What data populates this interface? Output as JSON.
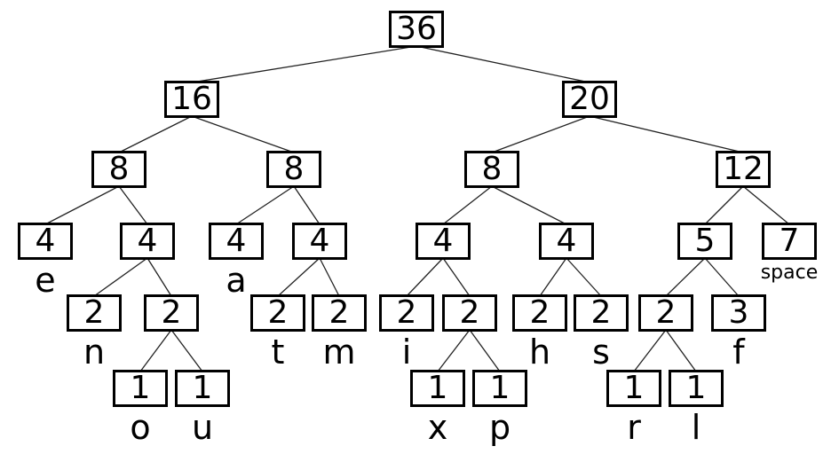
{
  "diagram": {
    "kind": "huffman-frequency-tree",
    "colors": {
      "background": "#ffffff",
      "box_border": "#000000",
      "text": "#000000",
      "edge": "#222222"
    },
    "tree": {
      "root_id": "n36",
      "nodes": [
        {
          "id": "n36",
          "value": "36",
          "children": [
            "n16",
            "n20"
          ]
        },
        {
          "id": "n16",
          "value": "16",
          "children": [
            "n8-1",
            "n8-2"
          ]
        },
        {
          "id": "n20",
          "value": "20",
          "children": [
            "n8-3",
            "n12"
          ]
        },
        {
          "id": "n8-1",
          "value": "8",
          "children": [
            "n4-e",
            "n4-1"
          ]
        },
        {
          "id": "n8-2",
          "value": "8",
          "children": [
            "n4-a",
            "n4-2"
          ]
        },
        {
          "id": "n8-3",
          "value": "8",
          "children": [
            "n4-3",
            "n4-4"
          ]
        },
        {
          "id": "n12",
          "value": "12",
          "children": [
            "n5",
            "n7-space"
          ]
        },
        {
          "id": "n4-e",
          "value": "4",
          "label": "e"
        },
        {
          "id": "n4-1",
          "value": "4",
          "children": [
            "n2-n",
            "n2-1"
          ]
        },
        {
          "id": "n4-a",
          "value": "4",
          "label": "a"
        },
        {
          "id": "n4-2",
          "value": "4",
          "children": [
            "n2-t",
            "n2-m"
          ]
        },
        {
          "id": "n4-3",
          "value": "4",
          "children": [
            "n2-i",
            "n2-2"
          ]
        },
        {
          "id": "n4-4",
          "value": "4",
          "children": [
            "n2-h",
            "n2-s"
          ]
        },
        {
          "id": "n5",
          "value": "5",
          "children": [
            "n2-3",
            "n3-f"
          ]
        },
        {
          "id": "n7-space",
          "value": "7",
          "label": "space"
        },
        {
          "id": "n2-n",
          "value": "2",
          "label": "n"
        },
        {
          "id": "n2-1",
          "value": "2",
          "children": [
            "n1-o",
            "n1-u"
          ]
        },
        {
          "id": "n2-t",
          "value": "2",
          "label": "t"
        },
        {
          "id": "n2-m",
          "value": "2",
          "label": "m"
        },
        {
          "id": "n2-i",
          "value": "2",
          "label": "i"
        },
        {
          "id": "n2-2",
          "value": "2",
          "children": [
            "n1-x",
            "n1-p"
          ]
        },
        {
          "id": "n2-h",
          "value": "2",
          "label": "h"
        },
        {
          "id": "n2-s",
          "value": "2",
          "label": "s"
        },
        {
          "id": "n2-3",
          "value": "2",
          "children": [
            "n1-r",
            "n1-l"
          ]
        },
        {
          "id": "n3-f",
          "value": "3",
          "label": "f"
        },
        {
          "id": "n1-o",
          "value": "1",
          "label": "o"
        },
        {
          "id": "n1-u",
          "value": "1",
          "label": "u"
        },
        {
          "id": "n1-x",
          "value": "1",
          "label": "x"
        },
        {
          "id": "n1-p",
          "value": "1",
          "label": "p"
        },
        {
          "id": "n1-r",
          "value": "1",
          "label": "r"
        },
        {
          "id": "n1-l",
          "value": "1",
          "label": "l"
        }
      ]
    }
  }
}
